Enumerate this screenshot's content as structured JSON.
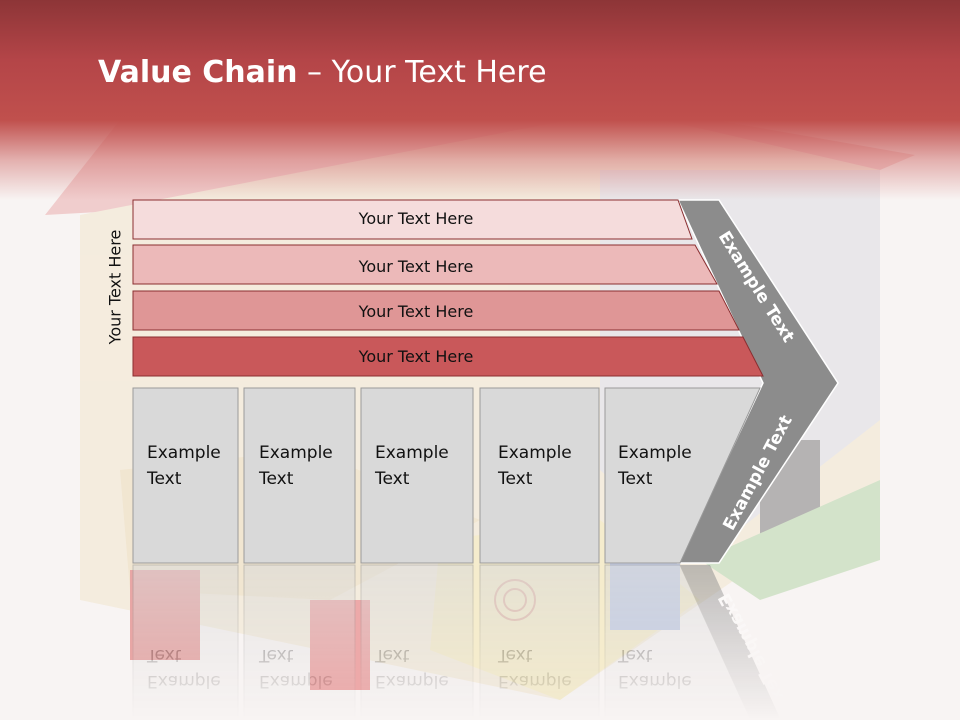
{
  "title": {
    "bold": "Value Chain",
    "rest": " – Your Text Here"
  },
  "side_label": "Your Text Here",
  "bars": [
    {
      "label": "Your Text Here",
      "color": "#f5dcdc"
    },
    {
      "label": "Your Text Here",
      "color": "#ecb9b9"
    },
    {
      "label": "Your Text Here",
      "color": "#df9696"
    },
    {
      "label": "Your Text Here",
      "color": "#c9585a"
    }
  ],
  "boxes": [
    {
      "line1": "Example",
      "line2": "Text"
    },
    {
      "line1": "Example",
      "line2": "Text"
    },
    {
      "line1": "Example",
      "line2": "Text"
    },
    {
      "line1": "Example",
      "line2": "Text"
    },
    {
      "line1": "Example",
      "line2": "Text"
    }
  ],
  "arrow": {
    "upper_label": "Example Text",
    "lower_label": "Example Text",
    "color": "#8c8c8c"
  },
  "colors": {
    "header": "#c0504d",
    "box_fill": "#d9d9d9"
  }
}
